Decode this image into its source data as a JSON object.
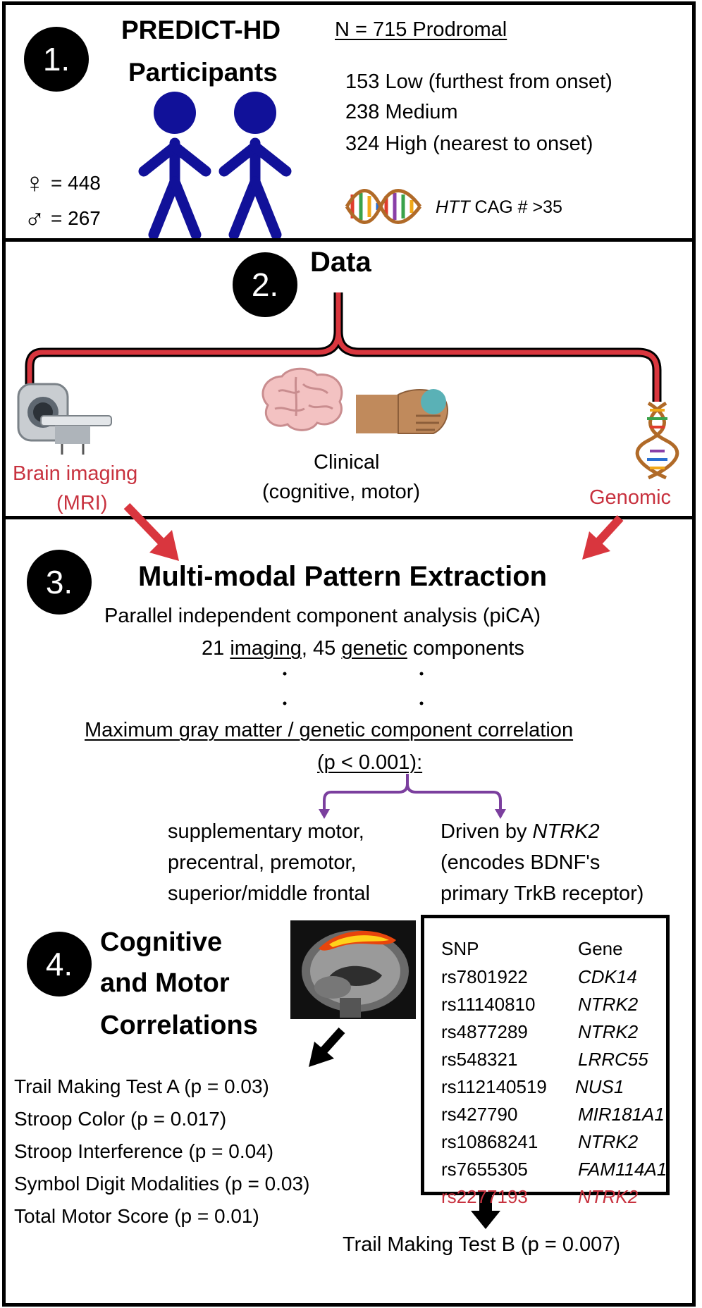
{
  "panel1": {
    "number": "1.",
    "title_line1": "PREDICT-HD",
    "title_line2": "Participants",
    "n_header": "N = 715 Prodromal",
    "groups": [
      "153 Low (furthest from onset)",
      "238 Medium",
      "324 High (nearest to onset)"
    ],
    "female": "= 448",
    "male": "= 267",
    "female_symbol": "♀",
    "male_symbol": "♂",
    "htt_gene": "HTT",
    "htt_text": " CAG # >35"
  },
  "panel2": {
    "number": "2.",
    "title": "Data",
    "imaging_line1": "Brain imaging",
    "imaging_line2": "(MRI)",
    "clinical_line1": "Clinical",
    "clinical_line2": "(cognitive, motor)",
    "genomic": "Genomic"
  },
  "panel3": {
    "number": "3.",
    "title": "Multi-modal Pattern Extraction",
    "method": "Parallel independent component analysis (piCA)",
    "comp_num1": "21 ",
    "comp_imaging": "imaging",
    "comp_sep": ", 45 ",
    "comp_genetic": "genetic",
    "comp_tail": " components",
    "max_corr": "Maximum gray matter / genetic component correlation",
    "p_value": "(p < 0.001):",
    "brain_regions": [
      "supplementary motor,",
      "precentral, premotor,",
      "superior/middle frontal"
    ],
    "driven_prefix": "Driven by ",
    "driven_gene": "NTRK2",
    "driven_lines": [
      "(encodes BDNF's",
      "primary TrkB receptor)"
    ]
  },
  "panel4": {
    "number": "4.",
    "title_lines": [
      "Cognitive",
      "and Motor",
      "Correlations"
    ],
    "snp_header": "SNP",
    "gene_header": "Gene",
    "snps": [
      {
        "snp": "rs7801922",
        "gene": "CDK14"
      },
      {
        "snp": "rs11140810",
        "gene": "NTRK2"
      },
      {
        "snp": "rs4877289",
        "gene": "NTRK2"
      },
      {
        "snp": "rs548321",
        "gene": "LRRC55"
      },
      {
        "snp": "rs112140519",
        "gene": "NUS1"
      },
      {
        "snp": "rs427790",
        "gene": "MIR181A1"
      },
      {
        "snp": "rs10868241",
        "gene": "NTRK2"
      },
      {
        "snp": "rs7655305",
        "gene": "FAM114A1"
      },
      {
        "snp": "rs2277193",
        "gene": "NTRK2",
        "highlight": true
      }
    ],
    "cognitive_results": [
      "Trail Making Test A (p = 0.03)",
      "Stroop Color (p = 0.017)",
      "Stroop Interference (p = 0.04)",
      "Symbol Digit Modalities (p = 0.03)",
      "Total Motor Score (p = 0.01)"
    ],
    "genetic_result": "Trail Making Test B (p = 0.007)"
  },
  "colors": {
    "figure_blue": "#111199",
    "accent_red": "#c8323f",
    "branch_purple": "#7b3f9e",
    "arrow_red": "#d9363e"
  }
}
